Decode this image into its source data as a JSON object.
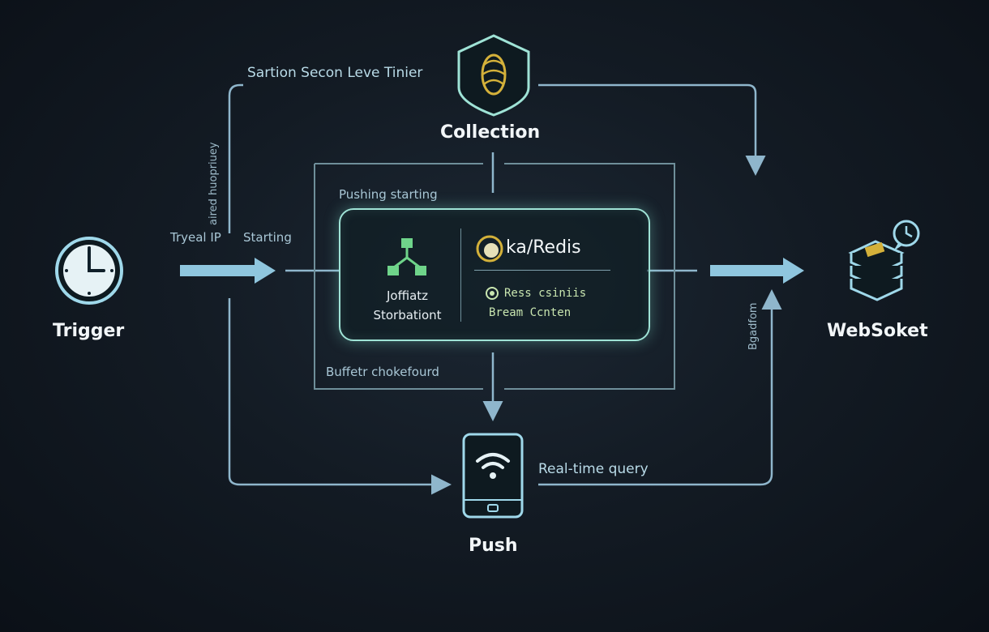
{
  "collection": {
    "top_label": "Sartion Secon Leve Tinier",
    "title": "Collection",
    "icon": "vault-icon"
  },
  "trigger": {
    "title": "Trigger",
    "arrow_label": "Tryeal IP",
    "vertical_label": "aired huopriuey",
    "icon": "clock-icon"
  },
  "inner_frame": {
    "top_label": "Pushing starting",
    "left_label": "Starting",
    "bottom_label": "Buffetr chokefourd"
  },
  "core": {
    "left_line1": "Joffiatz",
    "left_line2": "Storbationt",
    "title": "ka/Redis",
    "line1": "Ress csiniis",
    "line2": "Bream Ccnten",
    "icons": [
      "node-graph-icon",
      "kafka-logo-icon",
      "stream-dot-icon"
    ]
  },
  "websocket": {
    "title": "WebSoket",
    "vertical_label": "Bgadfom",
    "icon": "server-stack-icon"
  },
  "push": {
    "title": "Push",
    "query_label": "Real-time query",
    "icon": "phone-wifi-icon"
  },
  "colors": {
    "wire": "#8fb6cc",
    "accent": "#9fe3d6",
    "gold": "#d4b13a",
    "green": "#6fd48a"
  }
}
